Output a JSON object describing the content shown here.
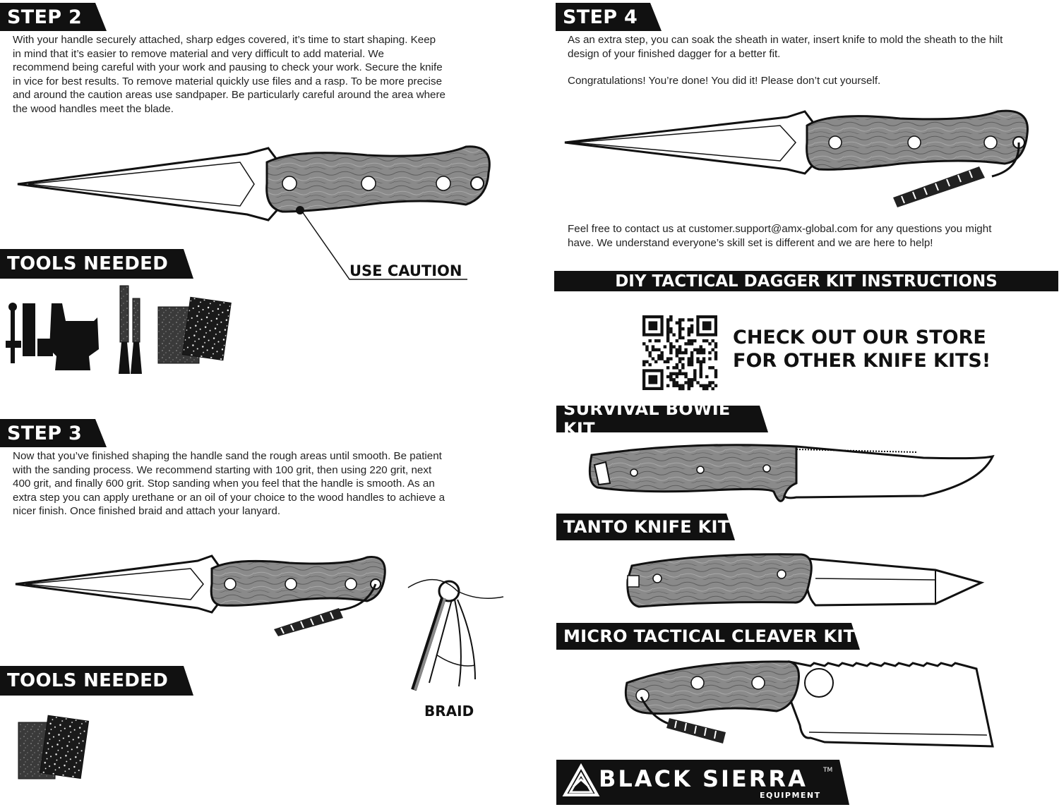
{
  "step2": {
    "heading": "STEP 2",
    "lines": [
      "With your handle securely attached, sharp edges covered, it’s time to start shaping.  Keep",
      "in mind that it’s easier to remove material and very difficult to add material.  We",
      "recommend being careful with your work and pausing to check your work. Secure the knife",
      "in vice for best results.  To remove material quickly use files and a rasp. To be more precise",
      "and around the caution areas use sandpaper.  Be particularly careful around the area where",
      "the wood handles meet the blade."
    ],
    "caution_label": "USE CAUTION",
    "tools_heading": "TOOLS NEEDED",
    "tool_icons": [
      "vice-icon",
      "file-icon",
      "rasp-icon",
      "sandpaper-icon"
    ]
  },
  "step3": {
    "heading": "STEP 3",
    "lines": [
      "Now that you’ve finished shaping the handle sand the rough areas until smooth.  Be patient",
      "with the sanding process.  We recommend starting with 100 grit, then using 220 grit, next",
      "400 grit, and finally 600 grit.  Stop sanding when you feel that the handle is smooth.  As an",
      "extra step you can apply urethane or an oil of your choice to the wood handles to achieve a",
      "nicer finish.  Once finished braid and attach your lanyard."
    ],
    "braid_label": "BRAID",
    "tools_heading": "TOOLS NEEDED",
    "tool_icons": [
      "sandpaper-icon"
    ]
  },
  "step4": {
    "heading": "STEP 4",
    "lines": [
      "As an extra step, you can soak the sheath in water, insert knife to mold the sheath to the hilt",
      "design of your finished dagger for a better fit."
    ],
    "congrats": "Congratulations!  You’re done!  You did it!  Please don’t cut yourself.",
    "contact_lines": [
      "Feel free to contact us at customer.support@amx-global.com for any questions you might",
      "have.  We understand everyone’s skill set is different and we are here to help!"
    ]
  },
  "instructions_title": "DIY TACTICAL DAGGER KIT INSTRUCTIONS",
  "store": {
    "line1": "CHECK OUT OUR STORE",
    "line2": "FOR OTHER KNIFE KITS!"
  },
  "kits": [
    {
      "name": "SURVIVAL BOWIE KIT"
    },
    {
      "name": "TANTO KNIFE KIT"
    },
    {
      "name": "MICRO TACTICAL CLEAVER KIT"
    }
  ],
  "brand": {
    "name": "BLACK SIERRA",
    "tm": "TM",
    "sub": "EQUIPMENT"
  },
  "colors": {
    "banner": "#111111",
    "text": "#222222",
    "background": "#ffffff",
    "handle": "#7a7a7a"
  }
}
